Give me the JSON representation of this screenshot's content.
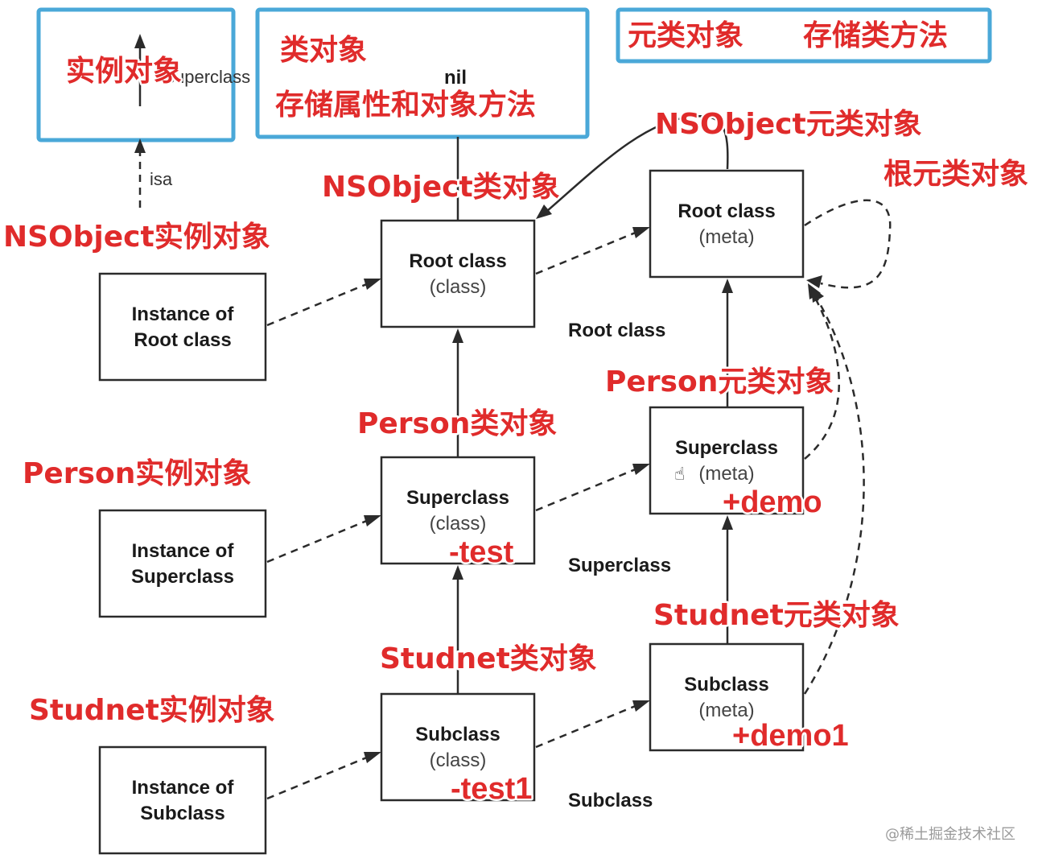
{
  "legend": {
    "instance_label": "实例对象",
    "class_label_line1": "类对象",
    "class_label_line2": "存储属性和对象方法",
    "meta_label_part1": "元类对象",
    "meta_label_part2": "存储类方法",
    "legend_nil": "nil",
    "legend_superclass": "superclass",
    "legend_isa": "isa"
  },
  "instances": [
    {
      "title": "NSObject实例对象",
      "line1": "Instance of",
      "line2": "Root class"
    },
    {
      "title": "Person实例对象",
      "line1": "Instance of",
      "line2": "Superclass"
    },
    {
      "title": "Studnet实例对象",
      "line1": "Instance of",
      "line2": "Subclass"
    }
  ],
  "classes": [
    {
      "title": "NSObject类对象",
      "line1": "Root class",
      "line2": "(class)",
      "method": ""
    },
    {
      "title": "Person类对象",
      "line1": "Superclass",
      "line2": "(class)",
      "method": "-test"
    },
    {
      "title": "Studnet类对象",
      "line1": "Subclass",
      "line2": "(class)",
      "method": "-test1"
    }
  ],
  "metas": [
    {
      "title": "NSObject元类对象",
      "line1": "Root class",
      "line2": "(meta)",
      "method": ""
    },
    {
      "title": "Person元类对象",
      "line1": "Superclass",
      "line2": "(meta)",
      "method": "+demo"
    },
    {
      "title": "Studnet元类对象",
      "line1": "Subclass",
      "line2": "(meta)",
      "method": "+demo1"
    }
  ],
  "row_labels": [
    "Root class",
    "Superclass",
    "Subclass"
  ],
  "root_meta_note": "根元类对象",
  "watermark": "@稀土掘金技术社区",
  "colors": {
    "annotation_red": "#e02b2b",
    "legend_blue": "#4aa8d8",
    "line": "#2b2b2b"
  }
}
